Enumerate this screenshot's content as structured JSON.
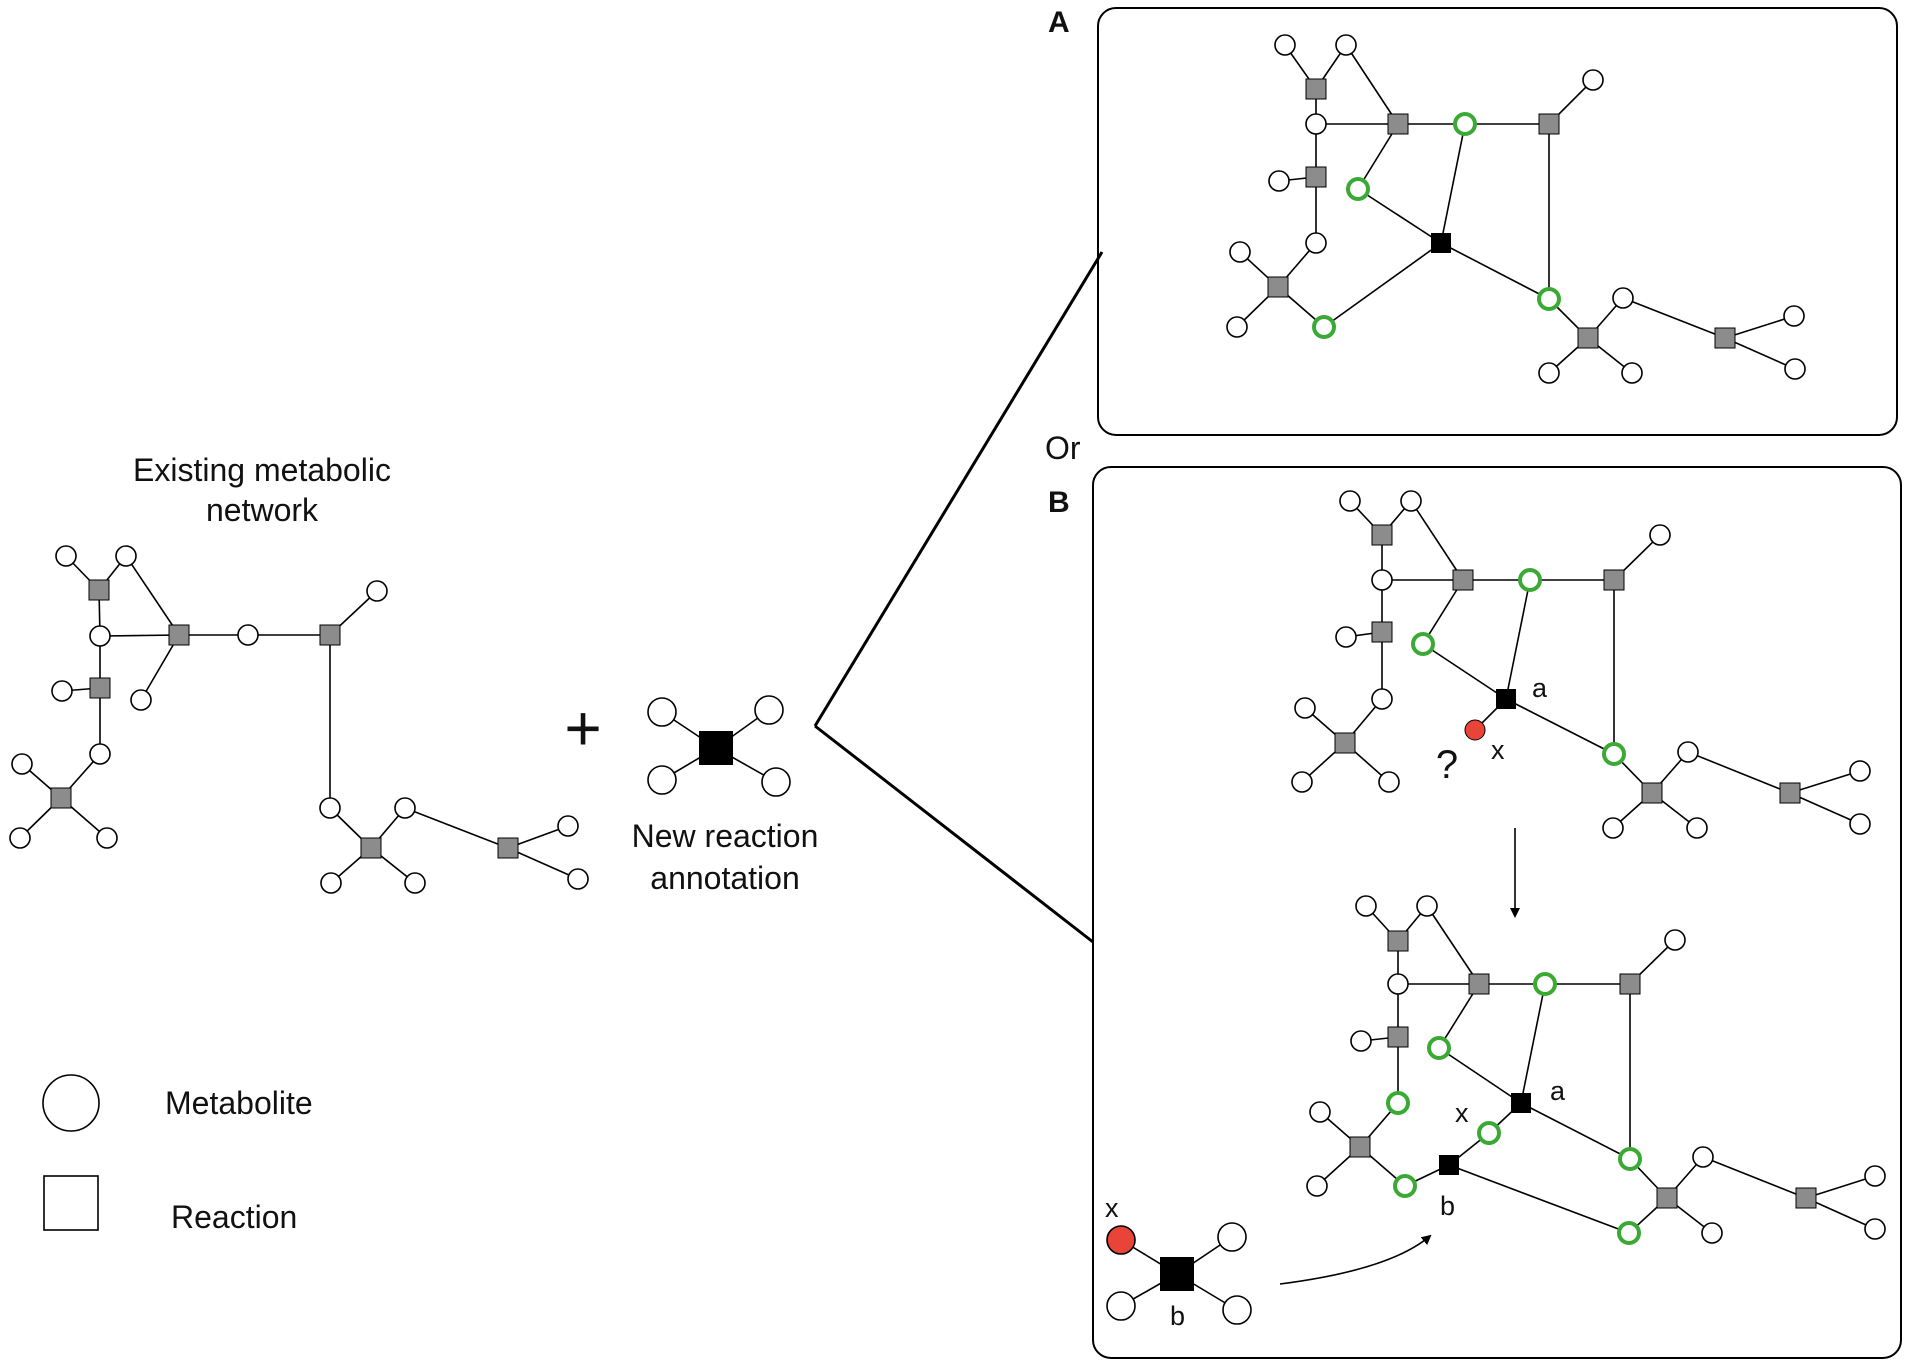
{
  "colors": {
    "metabolite_fill": "#ffffff",
    "metabolite_stroke": "#000000",
    "highlight_stroke": "#3aaa35",
    "missing_metabolite": "#e8443a",
    "existing_reaction": "#8c8c8c",
    "new_reaction": "#000000"
  },
  "left": {
    "title_line1": "Existing metabolic",
    "title_line2": "network"
  },
  "plus_sign": "+",
  "new_reaction": {
    "label_line1": "New reaction",
    "label_line2": "annotation"
  },
  "legend": {
    "metabolite": "Metabolite",
    "reaction": "Reaction"
  },
  "panel_a": {
    "letter": "A"
  },
  "or_label": "Or",
  "panel_b": {
    "letter": "B",
    "top_reaction_label": "a",
    "top_missing_label": "x",
    "question_mark": "?",
    "bottom_reaction_a_label": "a",
    "bottom_reaction_b_label": "b",
    "bottom_x_label": "x",
    "incoming_x_label": "x",
    "incoming_b_label": "b"
  }
}
